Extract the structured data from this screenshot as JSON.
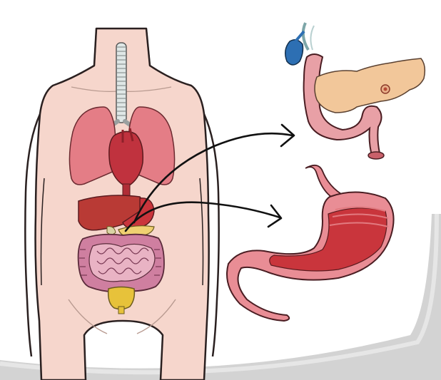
{
  "figure": {
    "description_free": true,
    "colors": {
      "skin": "#f6d6cc",
      "skin_outline": "#2a2020",
      "lungs": "#e47d86",
      "heart": "#c0323e",
      "liver": "#b93a35",
      "gallbladder": "#2d6fb3",
      "pancreas": "#f2c79a",
      "stomach_outer": "#e98d95",
      "stomach_inner": "#c9353c",
      "intestine": "#cf7fa0",
      "bladder": "#e7c23a",
      "trachea": "#dfe7e6",
      "frame_shadow": "#cfcfcf"
    },
    "icons": [
      "human-torso",
      "lungs",
      "heart",
      "liver",
      "stomach",
      "pancreas",
      "intestines",
      "bladder",
      "gallbladder",
      "duodenum",
      "arrow"
    ]
  }
}
